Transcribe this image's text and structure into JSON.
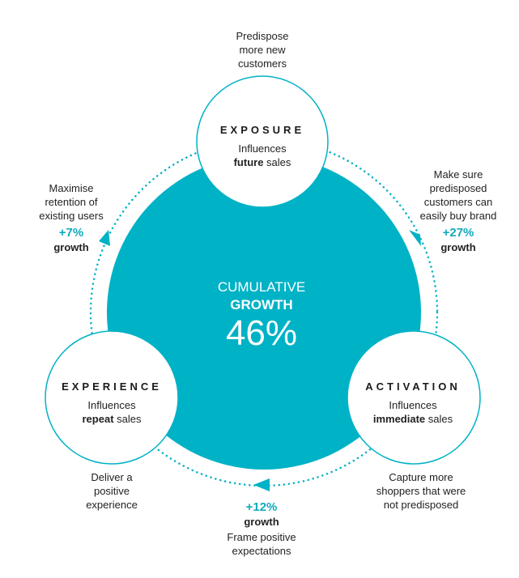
{
  "colors": {
    "accent": "#00b2c6",
    "text": "#222222"
  },
  "center": {
    "line1": "CUMULATIVE",
    "line2": "GROWTH",
    "value": "46%"
  },
  "stages": {
    "exposure": {
      "title": "EXPOSURE",
      "line1": "Influences",
      "bold": "future",
      "rest": " sales",
      "note": [
        "Predispose",
        "more new",
        "customers"
      ]
    },
    "activation": {
      "title": "ACTIVATION",
      "line1": "Influences",
      "bold": "immediate",
      "rest": " sales",
      "note": [
        "Capture more",
        "shoppers that were",
        "not predisposed"
      ]
    },
    "experience": {
      "title": "EXPERIENCE",
      "line1": "Influences",
      "bold": "repeat",
      "rest": " sales",
      "note": [
        "Deliver a",
        "positive",
        "experience"
      ]
    }
  },
  "transitions": {
    "right": {
      "desc": [
        "Make sure",
        "predisposed",
        "customers can",
        "easily buy brand"
      ],
      "pct": "+27%",
      "label": "growth"
    },
    "bottom": {
      "pct": "+12%",
      "label": "growth",
      "desc": [
        "Frame positive",
        "expectations"
      ]
    },
    "left": {
      "desc": [
        "Maximise",
        "retention of",
        "existing users"
      ],
      "pct": "+7%",
      "label": "growth"
    }
  }
}
